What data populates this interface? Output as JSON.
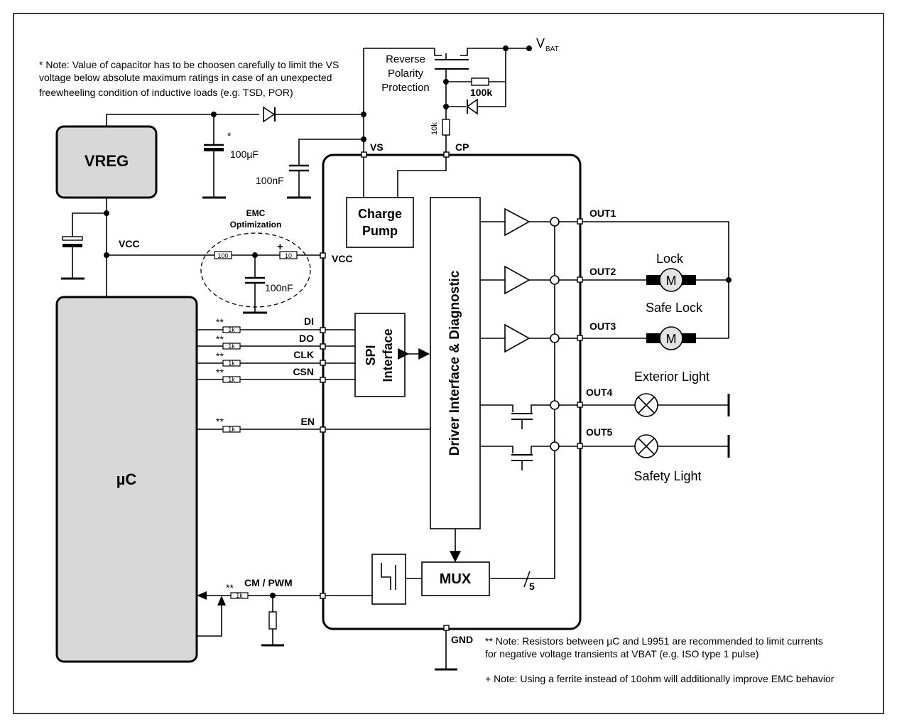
{
  "notes": {
    "capacitor_note_1": "* Note: Value of capacitor has to be choosen carefully to limit the VS",
    "capacitor_note_2": "voltage below absolute maximum ratings in case of an unexpected",
    "capacitor_note_3": "freewheeling condition of inductive loads (e.g. TSD, POR)",
    "resistor_note_1": "** Note: Resistors between µC and L9951 are recommended to limit currents",
    "resistor_note_2": "for negative voltage transients at VBAT (e.g. ISO type 1 pulse)",
    "ferrite_note": "+ Note: Using a ferrite instead of 10ohm will additionally improve EMC behavior"
  },
  "blocks": {
    "vreg": "VREG",
    "uc": "µC",
    "charge_pump_1": "Charge",
    "charge_pump_2": "Pump",
    "spi_1": "SPI",
    "spi_2": "Interface",
    "driver": "Driver Interface & Diagnostic",
    "mux": "MUX",
    "reverse_1": "Reverse",
    "reverse_2": "Polarity",
    "reverse_3": "Protection",
    "emc_1": "EMC",
    "emc_2": "Optimization"
  },
  "pins": {
    "vs": "VS",
    "cp": "CP",
    "vcc_in": "VCC",
    "vcc_net": "VCC",
    "di": "DI",
    "do": "DO",
    "clk": "CLK",
    "csn": "CSN",
    "en": "EN",
    "cm_pwm": "CM / PWM",
    "gnd": "GND",
    "out1": "OUT1",
    "out2": "OUT2",
    "out3": "OUT3",
    "out4": "OUT4",
    "out5": "OUT5",
    "vbat_v": "V",
    "vbat_sub": "BAT"
  },
  "components": {
    "cap_100uF": "100µF",
    "cap_100nF_vs": "100nF",
    "cap_100nF_emc": "100nF",
    "res_10k": "10k",
    "res_100k": "100k",
    "res_100": "100",
    "res_10": "10",
    "res_1k": "1k",
    "star": "*",
    "dstar": "**",
    "plus": "+",
    "bus_count": "5",
    "motor": "M"
  },
  "loads": {
    "lock": "Lock",
    "safe_lock": "Safe Lock",
    "exterior_light": "Exterior Light",
    "safety_light": "Safety Light"
  }
}
